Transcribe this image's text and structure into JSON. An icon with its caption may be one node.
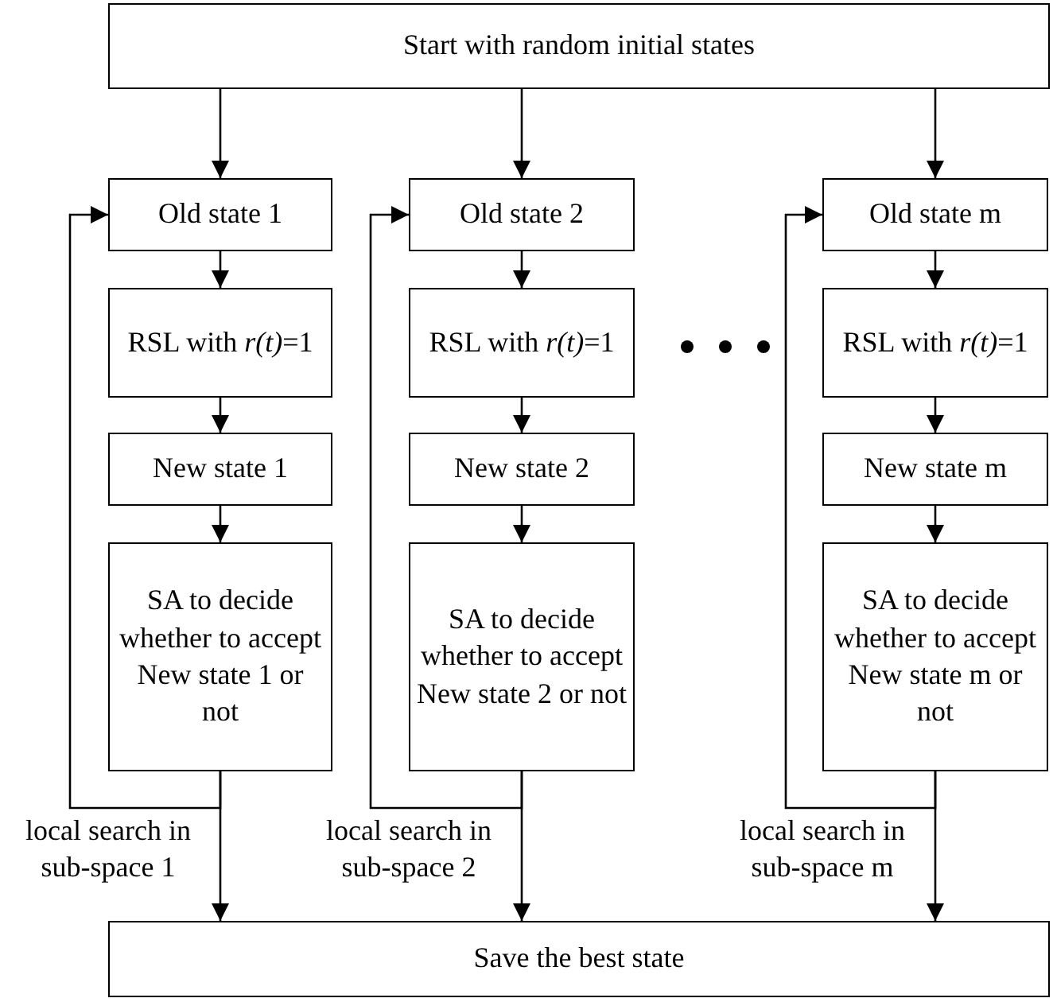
{
  "diagram": {
    "nodes": [
      {
        "text": [
          "Start with random initial states"
        ]
      },
      {
        "text": [
          "Old state 1"
        ]
      },
      {
        "text": [
          "Old state 2"
        ]
      },
      {
        "text": [
          "Old state m"
        ]
      },
      {
        "text": [
          "RSL with *r(t)*=1"
        ]
      },
      {
        "text": [
          "RSL with *r(t)*=1"
        ]
      },
      {
        "text": [
          "RSL with *r(t)*=1"
        ]
      },
      {
        "text": [
          "New state 1"
        ]
      },
      {
        "text": [
          "New state 2"
        ]
      },
      {
        "text": [
          "New state m"
        ]
      },
      {
        "text": [
          "SA to decide whether to accept  New state 1 or not"
        ]
      },
      {
        "text": [
          "SA to decide whether to accept  New state 2 or not"
        ]
      },
      {
        "text": [
          "SA to decide whether to accept  New state m or not"
        ]
      },
      {
        "text": [
          "Save the best state"
        ]
      }
    ],
    "edges": [
      {
        "from": 0,
        "to": 1,
        "arrow": "to"
      },
      {
        "from": 0,
        "to": 2,
        "arrow": "to"
      },
      {
        "from": 0,
        "to": 3,
        "arrow": "to"
      },
      {
        "from": 1,
        "to": 4,
        "arrow": "to"
      },
      {
        "from": 2,
        "to": 5,
        "arrow": "to"
      },
      {
        "from": 3,
        "to": 6,
        "arrow": "to"
      },
      {
        "from": 4,
        "to": 7,
        "arrow": "to"
      },
      {
        "from": 5,
        "to": 8,
        "arrow": "to"
      },
      {
        "from": 6,
        "to": 9,
        "arrow": "to"
      },
      {
        "from": 7,
        "to": 10,
        "arrow": "to"
      },
      {
        "from": 8,
        "to": 11,
        "arrow": "to"
      },
      {
        "from": 9,
        "to": 12,
        "arrow": "to"
      },
      {
        "from": 10,
        "to": 1,
        "arrow": "to"
      },
      {
        "from": 11,
        "to": 2,
        "arrow": "to"
      },
      {
        "from": 12,
        "to": 3,
        "arrow": "to"
      },
      {
        "from": 10,
        "to": 13,
        "arrow": "to"
      },
      {
        "from": 11,
        "to": 13,
        "arrow": "to"
      },
      {
        "from": 12,
        "to": 13,
        "arrow": "to"
      }
    ],
    "labels": [
      "local search in sub-space 1",
      "local search in sub-space 2",
      "local search in sub-space m"
    ]
  }
}
